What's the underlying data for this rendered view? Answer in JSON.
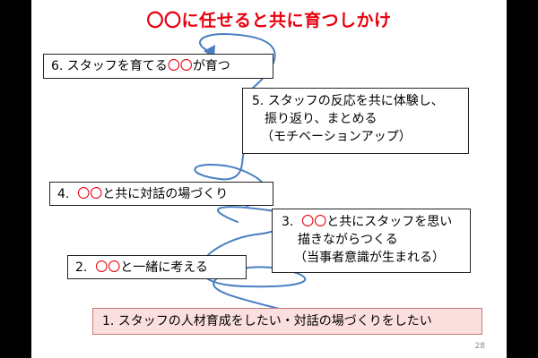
{
  "title": "〇〇に任せると共に育つしかけ",
  "steps": [
    {
      "parts": [
        "1. スタッフの人材育成をしたい・対話の場づくりをしたい"
      ]
    },
    {
      "prefix": "2.  ",
      "mark": "〇〇",
      "suffix": "と一緒に考える"
    },
    {
      "prefix": "3.  ",
      "mark": "〇〇",
      "suffix": "と共にスタッフを思い",
      "line2": "描きながらつくる",
      "line3": "（当事者意識が生まれる）"
    },
    {
      "prefix": "4.  ",
      "mark": "〇〇",
      "suffix": "と共に対話の場づくり"
    },
    {
      "line1": "5. スタッフの反応を共に体験し、",
      "line2": "振り返り、まとめる",
      "line3": "（モチベーションアップ）"
    },
    {
      "prefix": "6. スタッフを育てる",
      "mark": "〇〇",
      "suffix": "が育つ"
    }
  ],
  "page_number": "28",
  "colors": {
    "accent": "#e8000d",
    "connector": "#4a7fc1",
    "highlight_box": "#fbdede"
  }
}
